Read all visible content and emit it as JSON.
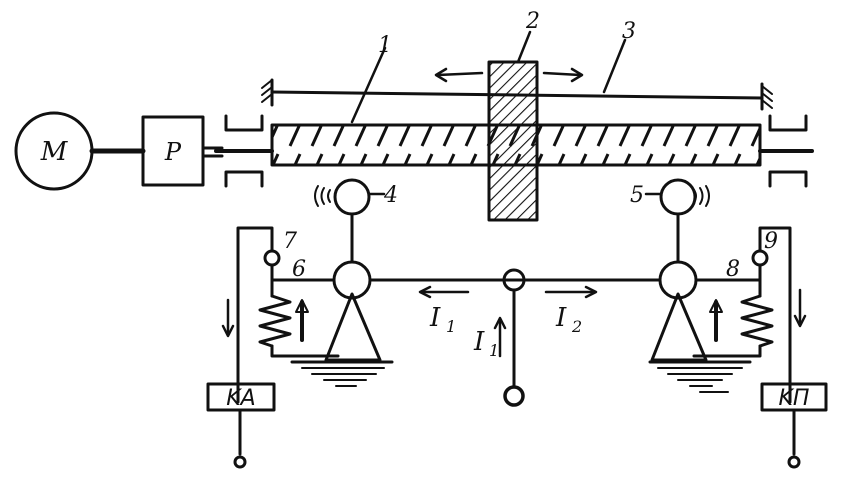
{
  "motor": {
    "label": "M"
  },
  "reducer": {
    "label": "P"
  },
  "callouts": [
    "1",
    "2",
    "3",
    "4",
    "5",
    "6",
    "7",
    "8",
    "9"
  ],
  "currents": {
    "left": "I",
    "left_sub": "1",
    "right": "I",
    "right_sub": "2",
    "input": "I",
    "input_sub": "1"
  },
  "relays": {
    "left": "KA",
    "right": "KП"
  }
}
